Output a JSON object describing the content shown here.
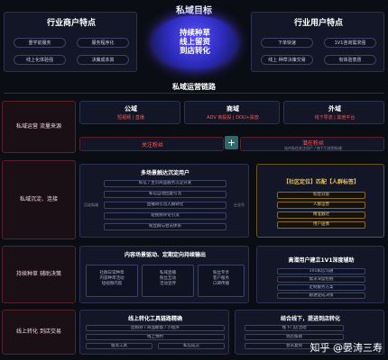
{
  "main_title": "私域目标",
  "core_goal": [
    "持续种草",
    "线上留资",
    "到店转化"
  ],
  "industry_panel": {
    "title": "行业商户特点",
    "pills": [
      "重学前服务",
      "服务程序化",
      "线上化体验强",
      "决策成本高"
    ]
  },
  "user_panel": {
    "title": "行业用户特点",
    "pills": [
      "下单快速",
      "1V1咨询需求强",
      "线上 种草决策交易",
      "有体验意愿"
    ]
  },
  "section_title": "私域运营链路",
  "rows": [
    {
      "label": "私域运营 流量来源"
    },
    {
      "label": "私域沉淀、连接"
    },
    {
      "label": "持续种草 辅助决策"
    },
    {
      "label": "线上转化 到店交易"
    }
  ],
  "domains": {
    "public": {
      "title": "公域",
      "sub": "短视频 | 直播"
    },
    "business": {
      "title": "商域",
      "sub": "ADV 商投投 | DOU+投放"
    },
    "external": {
      "title": "外域",
      "sub": "线下导流 | 其他平台"
    }
  },
  "follow_bar": {
    "left": "关注粉丝",
    "plus": "+",
    "right": "潜在粉丝",
    "right_note": "站内私信关注用户 / 线下引流到私域"
  },
  "connect_panel": {
    "title": "多场景触达沉淀用户",
    "side_left": "沉淀私域",
    "side_right": "企业号",
    "items": [
      "私信 / 主页商品服务沉淀分发",
      "私信自动回复引流",
      "直播间引流入群转化",
      "短视频评论引流",
      "粉丝群与会员体系"
    ]
  },
  "tag_panel": {
    "title": "【社区定位】匹配【人群标签】",
    "items": [
      "标签分层",
      "人群运营",
      "精准触达",
      "用户画像"
    ]
  },
  "content_panel": {
    "title": "内容场景驱动、定期定向持续输出",
    "col1": [
      "社群日常种草",
      "内容种草活动",
      "短视频内容"
    ],
    "col2": [
      "私域直播",
      "粉丝互动",
      "活动宣传"
    ],
    "col3": [
      "粉丝专享",
      "客户服务",
      "口碑传播"
    ]
  },
  "consult_panel": {
    "title": "高潜用户建立1V1深度辅助",
    "items": [
      "1V1私信沟通",
      "需求深度挖掘",
      "定制服务方案",
      "跟进促成决策"
    ]
  },
  "convert_left": {
    "title": "线上转化工具链路精确",
    "items": [
      "团购券 / 商品橱窗 / 小程序",
      "线上预约",
      "留资工具",
      "私信成交"
    ]
  },
  "convert_right": {
    "title": "结合线下，提进到店转化",
    "items": [
      "线下门店活动",
      "到店核销",
      "会员复购"
    ]
  },
  "watermark": "知乎 @晏涛三寿",
  "colors": {
    "accent": "#4c3cff",
    "red": "#e0353d",
    "gold": "#c9a43a"
  }
}
